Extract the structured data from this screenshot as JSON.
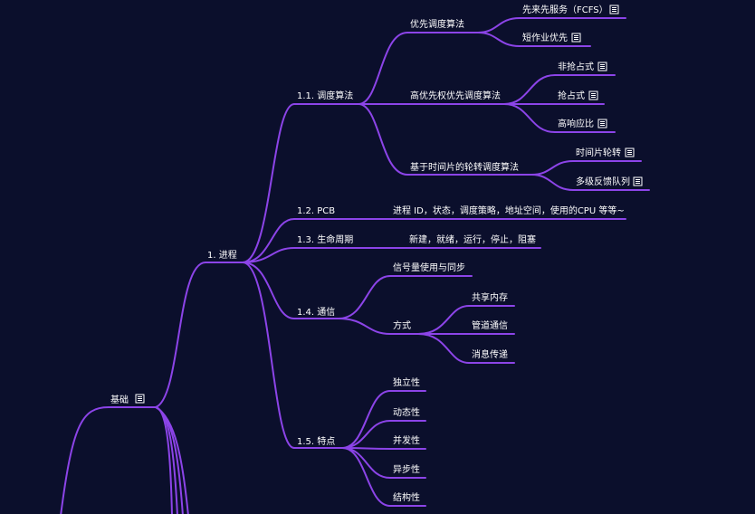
{
  "theme": {
    "background": "#0b0f2c",
    "branch_color": "#8c44e8",
    "text_color": "#ffffff"
  },
  "root": {
    "label": "基础",
    "has_note": true
  },
  "process": {
    "label": "1. 进程",
    "scheduling": {
      "label": "1.1. 调度算法",
      "priority": {
        "label": "优先调度算法",
        "fcfs": {
          "label": "先来先服务（FCFS）",
          "has_note": true
        },
        "sjf": {
          "label": "短作业优先",
          "has_note": true
        }
      },
      "high_priority": {
        "label": "高优先权优先调度算法",
        "non_preemptive": {
          "label": "非抢占式",
          "has_note": true
        },
        "preemptive": {
          "label": "抢占式",
          "has_note": true
        },
        "hrrn": {
          "label": "高响应比",
          "has_note": true
        }
      },
      "round_robin": {
        "label": "基于时间片的轮转调度算法",
        "time_slice": {
          "label": "时间片轮转",
          "has_note": true
        },
        "mlfq": {
          "label": "多级反馈队列",
          "has_note": true
        }
      }
    },
    "pcb": {
      "label": "1.2. PCB",
      "detail": "进程 ID，状态，调度策略，地址空间，使用的CPU 等等~"
    },
    "lifecycle": {
      "label": "1.3. 生命周期",
      "detail": "新建，就绪，运行，停止，阻塞"
    },
    "communication": {
      "label": "1.4. 通信",
      "semaphore": {
        "label": "信号量使用与同步"
      },
      "methods": {
        "label": "方式",
        "shared_memory": {
          "label": "共享内存"
        },
        "pipe": {
          "label": "管道通信"
        },
        "message": {
          "label": "消息传递"
        }
      }
    },
    "features": {
      "label": "1.5. 特点",
      "independence": {
        "label": "独立性"
      },
      "dynamic": {
        "label": "动态性"
      },
      "concurrent": {
        "label": "并发性"
      },
      "async": {
        "label": "异步性"
      },
      "structure": {
        "label": "结构性"
      }
    }
  }
}
